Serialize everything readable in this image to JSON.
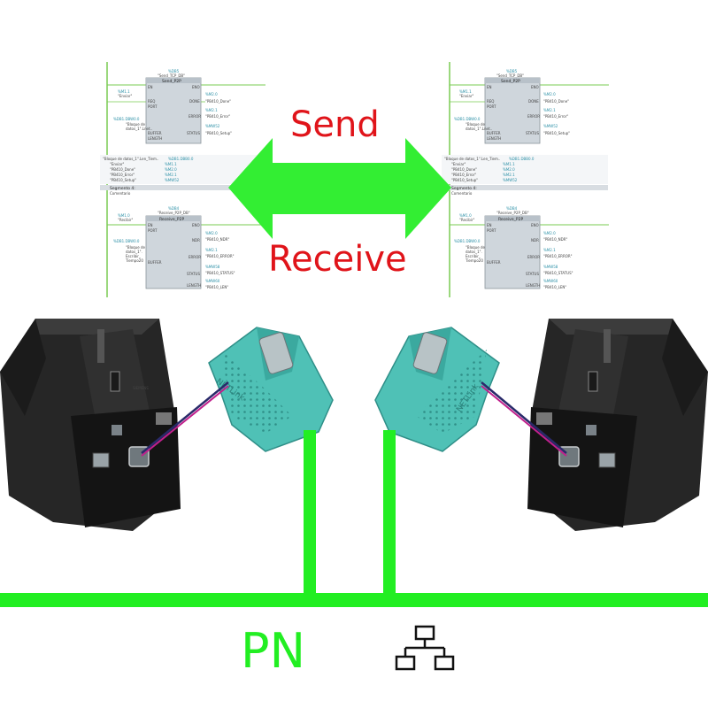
{
  "labels": {
    "send": "Send",
    "receive": "Receive",
    "network": "PN"
  },
  "icons": {
    "network": "network-topology-icon",
    "arrow": "bidirectional-arrow"
  },
  "colors": {
    "arrow_fill": "#33ee33",
    "network_line": "#22ee22",
    "send_text": "#e0141a",
    "receive_text": "#e0141a",
    "pn_text": "#22ee22",
    "adapter": "#4fc1b6",
    "plc_body": "#2a2a2a"
  },
  "ladder_panels": {
    "left": {
      "send_block": {
        "db": "%DB5",
        "instance": "\"Send_TCP_DB\"",
        "name": "Send_P2P",
        "input_tag": "%M1.1",
        "input_name": "\"Enviar\"",
        "db_ref": "%DB1.DBW0.0",
        "outputs": [
          "\"PB410_Done\"",
          "\"PB410_Error\"",
          "\"PB410_Setup\""
        ]
      },
      "watch_header": "\"Bloque de datos_1\".Len_Tiem..",
      "watch_value": "%DB1.DBB0.0",
      "watch_rows": [
        {
          "name": "\"Enviar\"",
          "addr": "%M1.1"
        },
        {
          "name": "\"PB410_Done\"",
          "addr": "%M2.0"
        },
        {
          "name": "\"PB410_Error\"",
          "addr": "%M2.1"
        },
        {
          "name": "\"PB410_Setup\"",
          "addr": "%MW52"
        }
      ],
      "segment": "Segmento 4:",
      "comment": "Comentario",
      "recv_block": {
        "db": "%DB4",
        "instance": "\"Receive_P2P_DB\"",
        "name": "Receive_P2P",
        "input_tag": "%M1.0",
        "input_name": "\"Recibir\"",
        "db_ref": "%DB1.DBW0.0",
        "outputs": [
          "\"PB410_NDR\"",
          "\"PB410_ERROR\"",
          "\"PB410_STATUS\"",
          "\"PB410_LEN\""
        ]
      }
    },
    "right": {
      "send_block": {
        "db": "%DB5",
        "instance": "\"Send_TCP_DB\"",
        "name": "Send_P2P",
        "input_tag": "%M1.1",
        "input_name": "\"Enviar\"",
        "db_ref": "%DB1.DBW0.0",
        "outputs": [
          "\"PB410_Done\"",
          "\"PB410_Error\"",
          "\"PB410_Setup\""
        ]
      },
      "watch_header": "\"Bloque de datos_1\".Len_Tiem..",
      "watch_value": "%DB1.DBB0.0",
      "watch_rows": [
        {
          "name": "\"Enviar\"",
          "addr": "%M1.1"
        },
        {
          "name": "\"PB410_Done\"",
          "addr": "%M2.0"
        },
        {
          "name": "\"PB410_Error\"",
          "addr": "%M2.1"
        },
        {
          "name": "\"PB410_Setup\"",
          "addr": "%MW52"
        }
      ],
      "segment": "Segmento 4:",
      "comment": "Comentario",
      "recv_block": {
        "db": "%DB4",
        "instance": "\"Receive_P2P_DB\"",
        "name": "Receive_P2P",
        "input_tag": "%M1.0",
        "input_name": "\"Recibir\"",
        "db_ref": "%DB1.DBW0.0",
        "outputs": [
          "\"PB410_NDR\"",
          "\"PB410_ERROR\"",
          "\"PB410_STATUS\"",
          "\"PB410_LEN\""
        ]
      }
    }
  },
  "adapters": {
    "left_brand": "NETLink",
    "right_brand": "NETLink"
  }
}
